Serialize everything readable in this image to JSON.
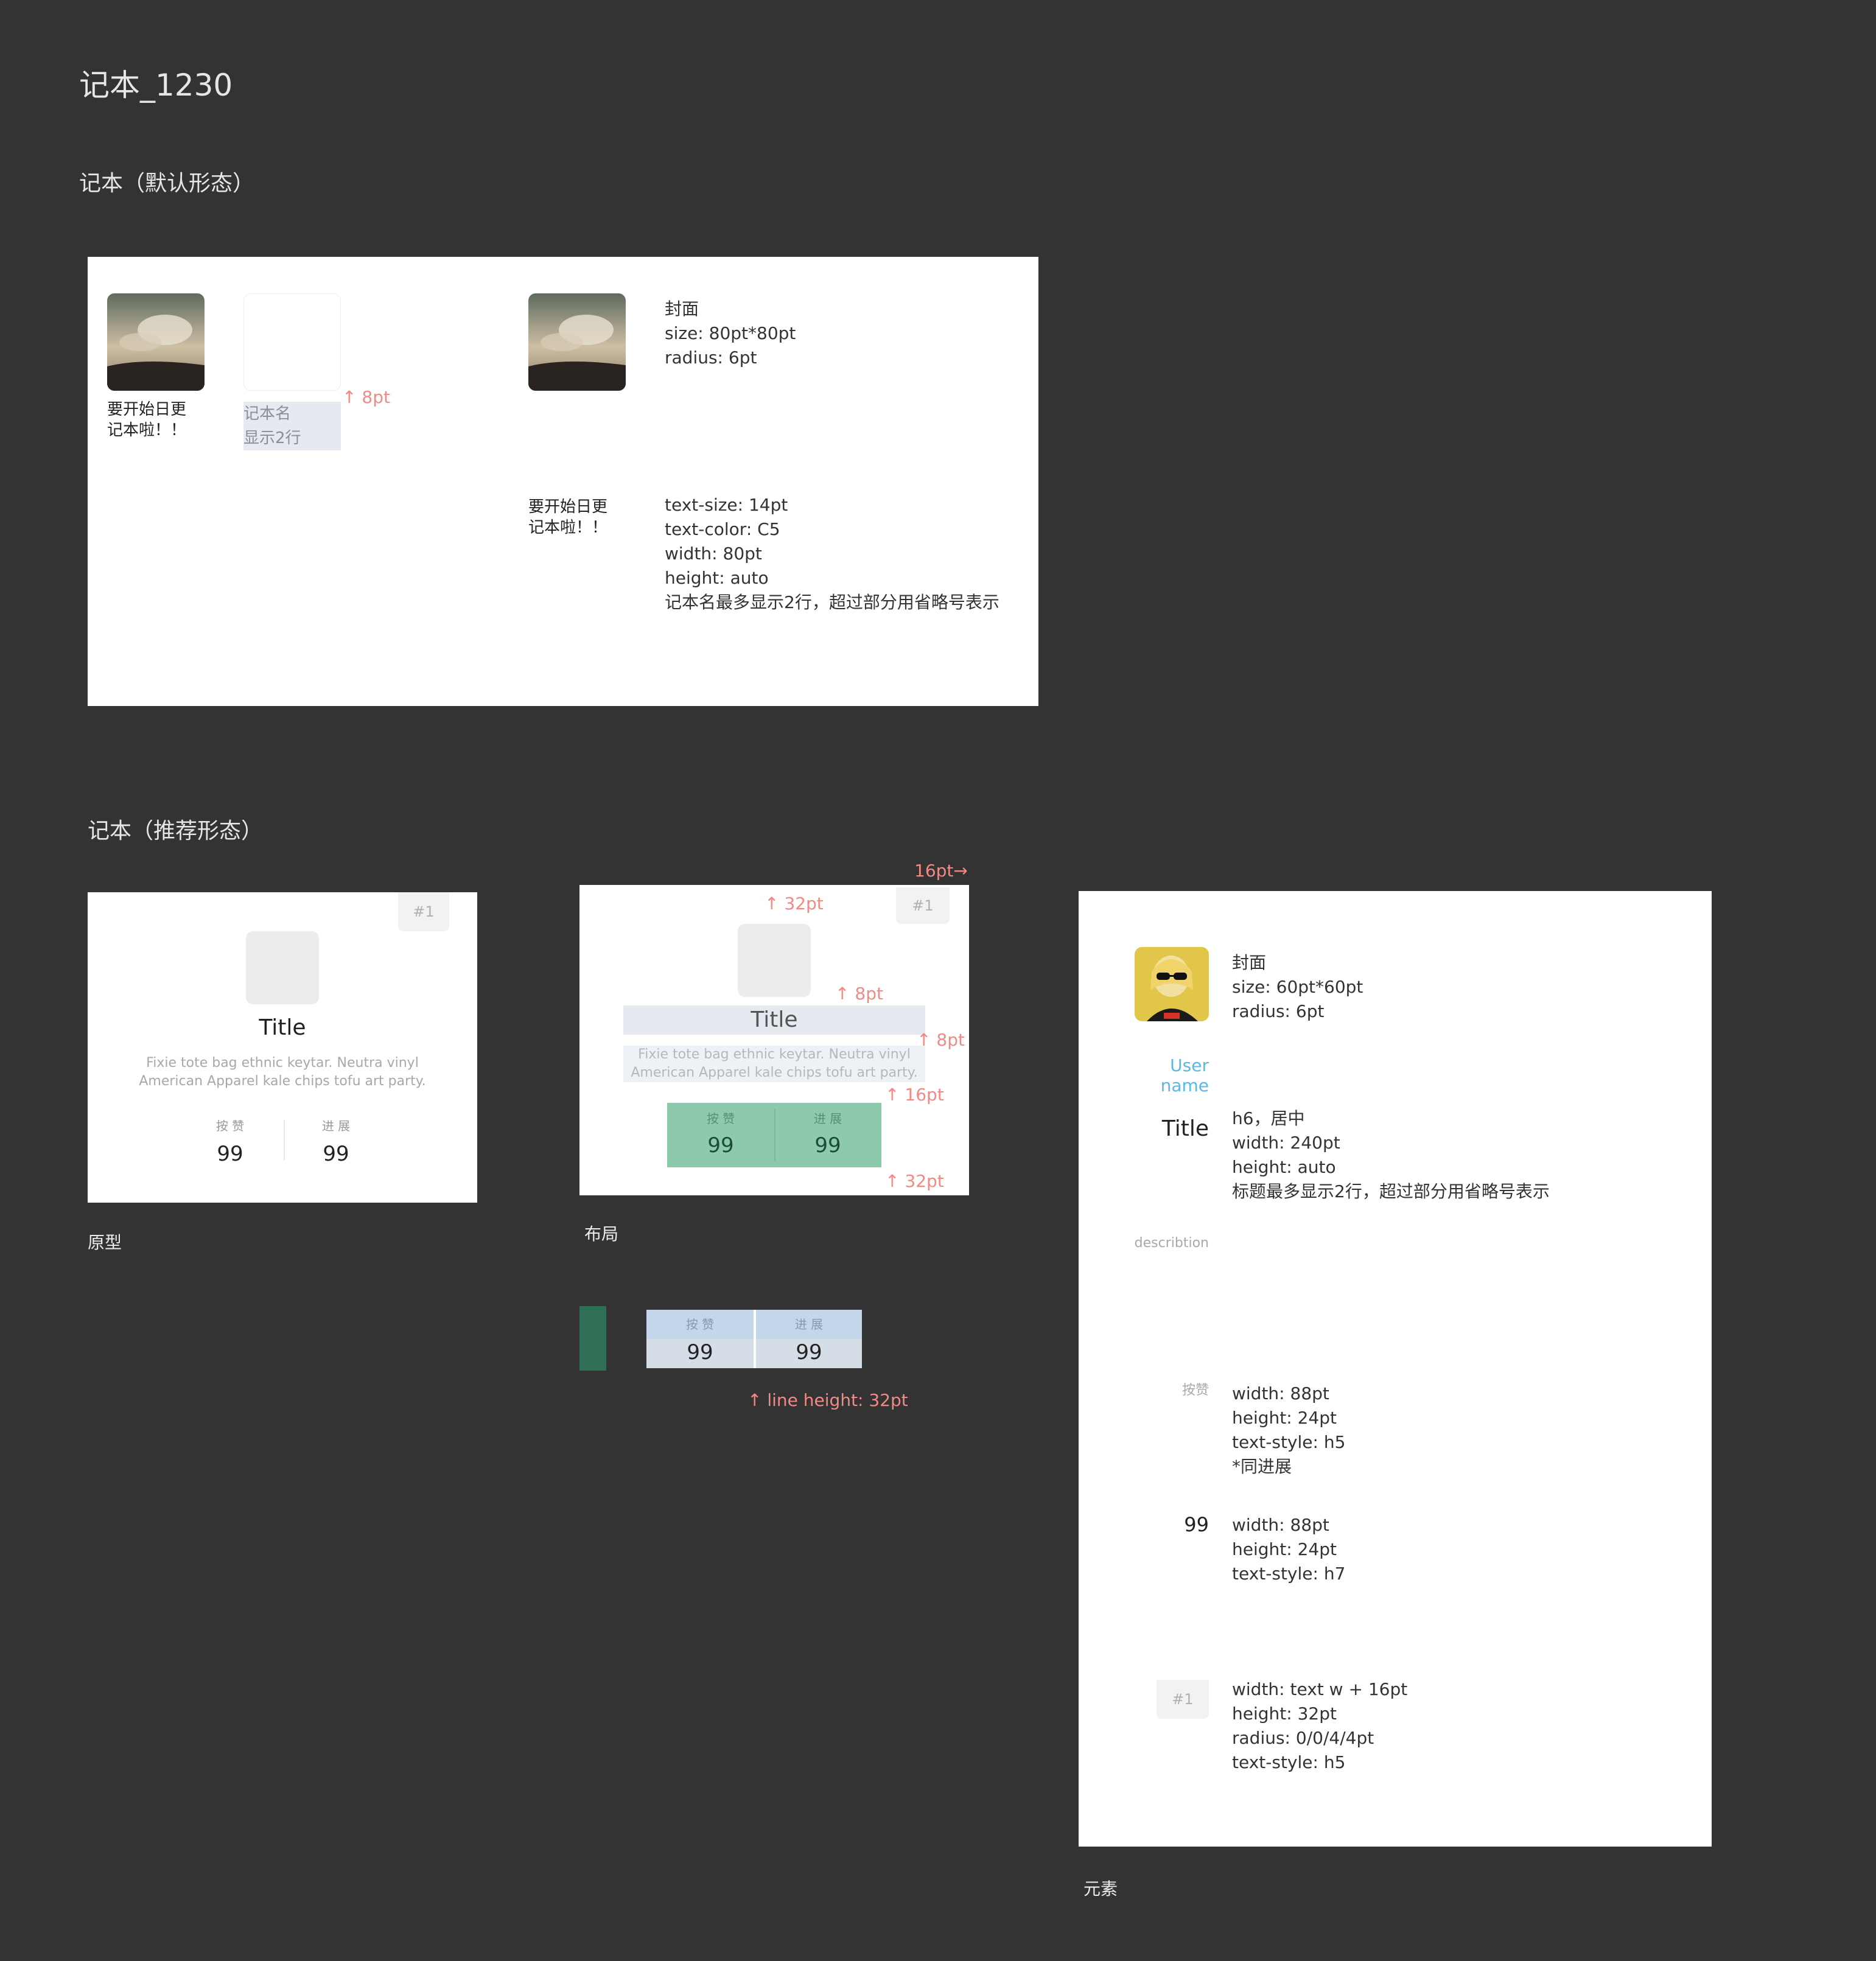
{
  "page": {
    "title": "记本_1230",
    "section_default": "记本（默认形态）",
    "section_recommend": "记本（推荐形态）"
  },
  "default_panel": {
    "notebook_name": "要开始日更\n记本啦！！",
    "placeholder_name": "记本名\n显示2行",
    "gap_label": "8pt",
    "cover_spec": [
      "封面",
      "size: 80pt*80pt",
      "radius: 6pt"
    ],
    "text_spec": [
      "text-size: 14pt",
      "text-color: C5",
      "width: 80pt",
      "height: auto",
      "记本名最多显示2行，超过部分用省略号表示"
    ]
  },
  "prototype_card": {
    "tag": "#1",
    "title": "Title",
    "description": "Fixie tote bag ethnic keytar. Neutra vinyl\nAmerican Apparel kale chips tofu art party.",
    "stat1_label": "按 赞",
    "stat1_value": "99",
    "stat2_label": "进 展",
    "stat2_value": "99",
    "caption": "原型"
  },
  "layout_card": {
    "top_annotation": "16pt→",
    "tag": "#1",
    "title": "Title",
    "description": "Fixie tote bag ethnic keytar. Neutra vinyl\nAmerican Apparel kale chips tofu art party.",
    "stat1_label": "按 赞",
    "stat1_value": "99",
    "stat2_label": "进 展",
    "stat2_value": "99",
    "gap_32": "32pt",
    "gap_8a": "8pt",
    "gap_8b": "8pt",
    "gap_16": "16pt",
    "gap_32b": "32pt",
    "caption": "布局"
  },
  "stats_detail": {
    "stat1_label": "按 赞",
    "stat1_value": "99",
    "stat2_label": "进 展",
    "stat2_value": "99",
    "line_height_label": "line height: 32pt",
    "green_color": "#2f6f55"
  },
  "elements_panel": {
    "cover_spec": [
      "封面",
      "size: 60pt*60pt",
      "radius: 6pt"
    ],
    "user_name": "User name",
    "title": "Title",
    "title_spec": [
      "h6，居中",
      "width: 240pt",
      "height: auto",
      "标题最多显示2行，超过部分用省略号表示"
    ],
    "description": "describtion",
    "like_label": "按赞",
    "like_spec": [
      "width: 88pt",
      "height: 24pt",
      "text-style: h5",
      "*同进展"
    ],
    "count": "99",
    "count_spec": [
      "width: 88pt",
      "height: 24pt",
      "text-style: h7"
    ],
    "tag": "#1",
    "tag_spec": [
      "width: text w + 16pt",
      "height: 32pt",
      "radius: 0/0/4/4pt",
      "text-style: h5"
    ],
    "caption": "元素"
  },
  "colors": {
    "background": "#333333",
    "accent_red": "#f08a85",
    "link_blue": "#5bb8e6",
    "highlight_green": "#8cc9ad",
    "highlight_blue": "#c3d6ea"
  }
}
